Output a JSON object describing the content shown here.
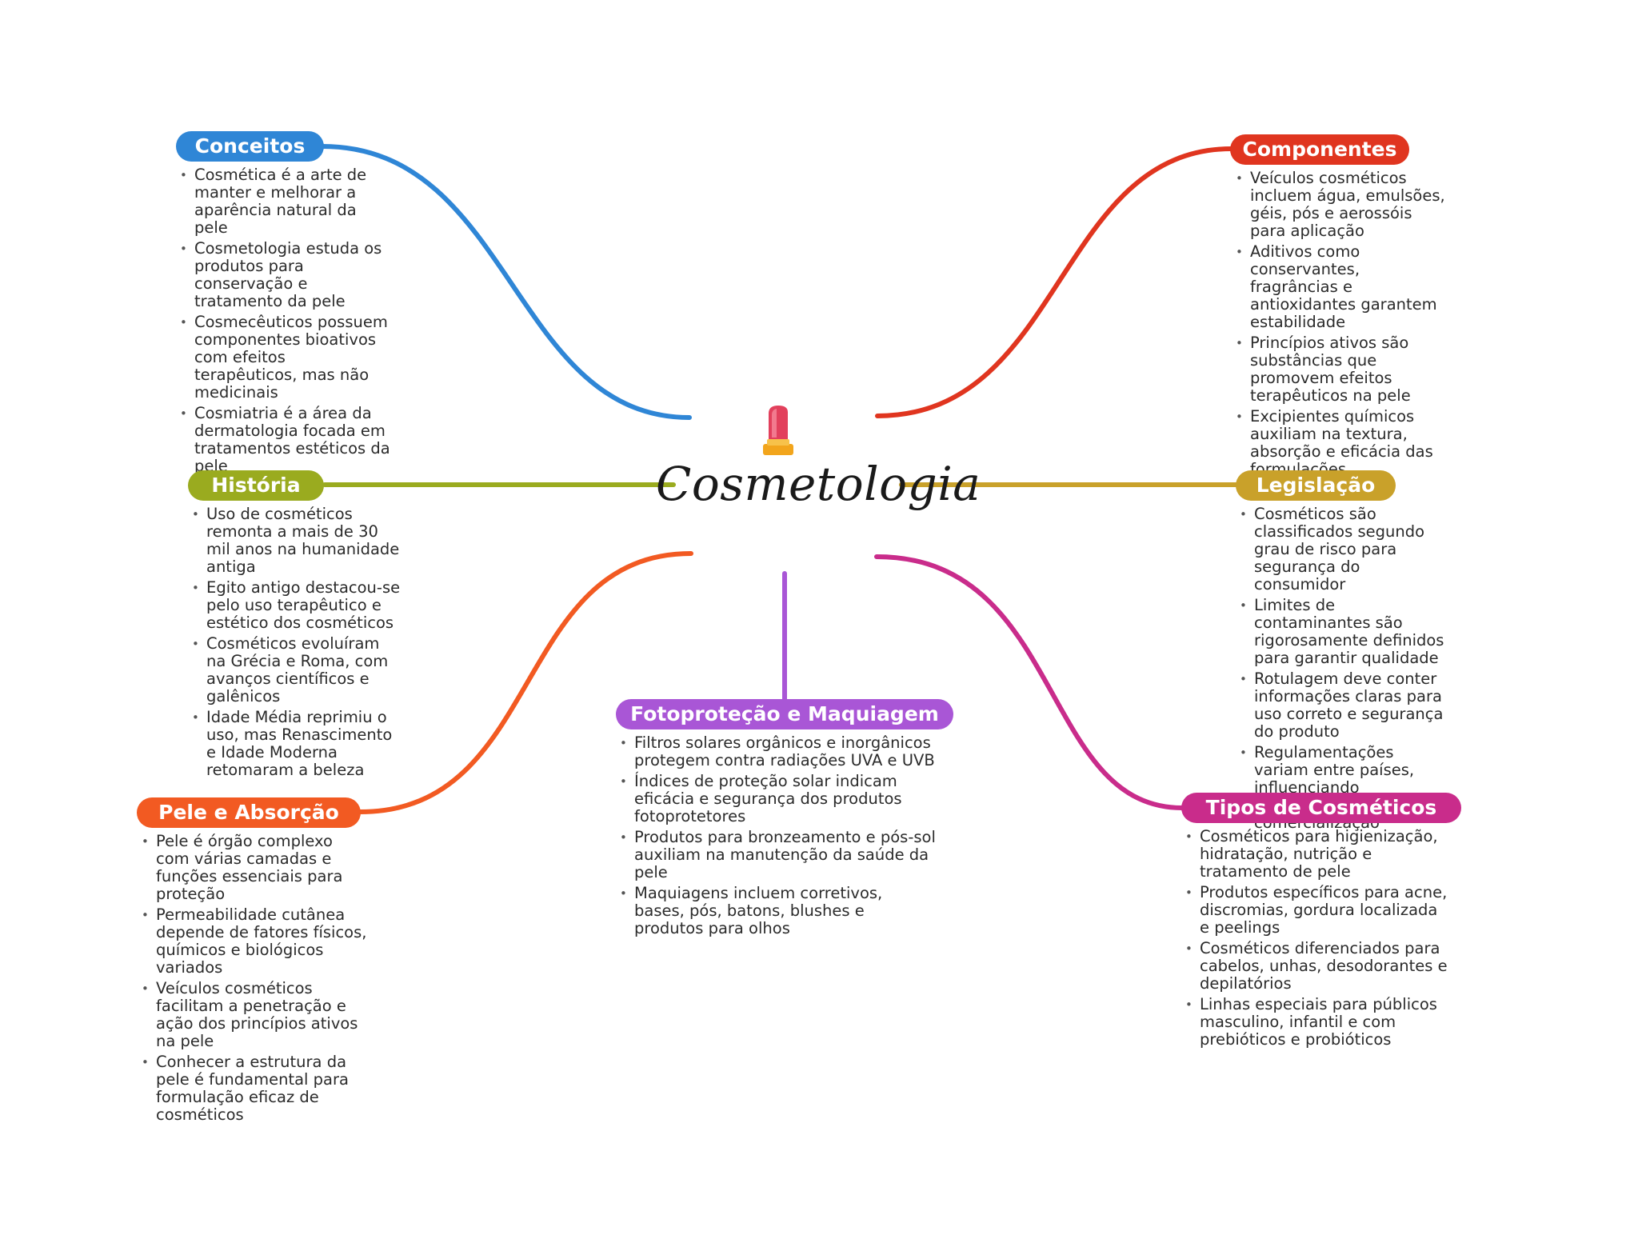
{
  "title": "Cosmetologia",
  "center_icon": "lipstick-icon",
  "branches": [
    {
      "key": "conceitos",
      "label": "Conceitos",
      "color": "#2f86d6",
      "items": [
        "Cosmética é a arte de manter e melhorar a aparência natural da pele",
        "Cosmetologia estuda os produtos para conservação e tratamento da pele",
        "Cosmecêuticos possuem componentes bioativos com efeitos terapêuticos, mas não medicinais",
        "Cosmiatria é a área da dermatologia focada em tratamentos estéticos da pele"
      ]
    },
    {
      "key": "componentes",
      "label": "Componentes",
      "color": "#e0351f",
      "items": [
        "Veículos cosméticos incluem água, emulsões, géis, pós e aerossóis para aplicação",
        "Aditivos como conservantes, fragrâncias e antioxidantes garantem estabilidade",
        "Princípios ativos são substâncias que promovem efeitos terapêuticos na pele",
        "Excipientes químicos auxiliam na textura, absorção e eficácia das formulações"
      ]
    },
    {
      "key": "historia",
      "label": "História",
      "color": "#9aab1f",
      "items": [
        "Uso de cosméticos remonta a mais de 30 mil anos na humanidade antiga",
        "Egito antigo destacou-se pelo uso terapêutico e estético dos cosméticos",
        "Cosméticos evoluíram na Grécia e Roma, com avanços científicos e galênicos",
        "Idade Média reprimiu o uso, mas Renascimento e Idade Moderna retomaram a beleza"
      ]
    },
    {
      "key": "legislacao",
      "label": "Legislação",
      "color": "#c9a12a",
      "items": [
        "Cosméticos são classificados segundo grau de risco para segurança do consumidor",
        "Limites de contaminantes são rigorosamente definidos para garantir qualidade",
        "Rotulagem deve conter informações claras para uso correto e segurança do produto",
        "Regulamentações variam entre países, influenciando desenvolvimento e comercialização"
      ]
    },
    {
      "key": "pele",
      "label": "Pele e Absorção",
      "color": "#f25a22",
      "items": [
        "Pele é órgão complexo com várias camadas e funções essenciais para proteção",
        "Permeabilidade cutânea depende de fatores físicos, químicos e biológicos variados",
        "Veículos cosméticos facilitam a penetração e ação dos princípios ativos na pele",
        "Conhecer a estrutura da pele é fundamental para formulação eficaz de cosméticos"
      ]
    },
    {
      "key": "fotoprotecao",
      "label": "Fotoproteção e Maquiagem",
      "color": "#a956d6",
      "items": [
        "Filtros solares orgânicos e inorgânicos protegem contra radiações UVA e UVB",
        "Índices de proteção solar indicam eficácia e segurança dos produtos fotoprotetores",
        "Produtos para bronzeamento e pós-sol auxiliam na manutenção da saúde da pele",
        "Maquiagens incluem corretivos, bases, pós, batons, blushes e produtos para olhos"
      ]
    },
    {
      "key": "tipos",
      "label": "Tipos de Cosméticos",
      "color": "#c92c8b",
      "items": [
        "Cosméticos para higienização, hidratação, nutrição e tratamento de pele",
        "Produtos específicos para acne, discromias, gordura localizada e peelings",
        "Cosméticos diferenciados para cabelos, unhas, desodorantes e depilatórios",
        "Linhas especiais para públicos masculino, infantil e com prebióticos e probióticos"
      ]
    }
  ]
}
